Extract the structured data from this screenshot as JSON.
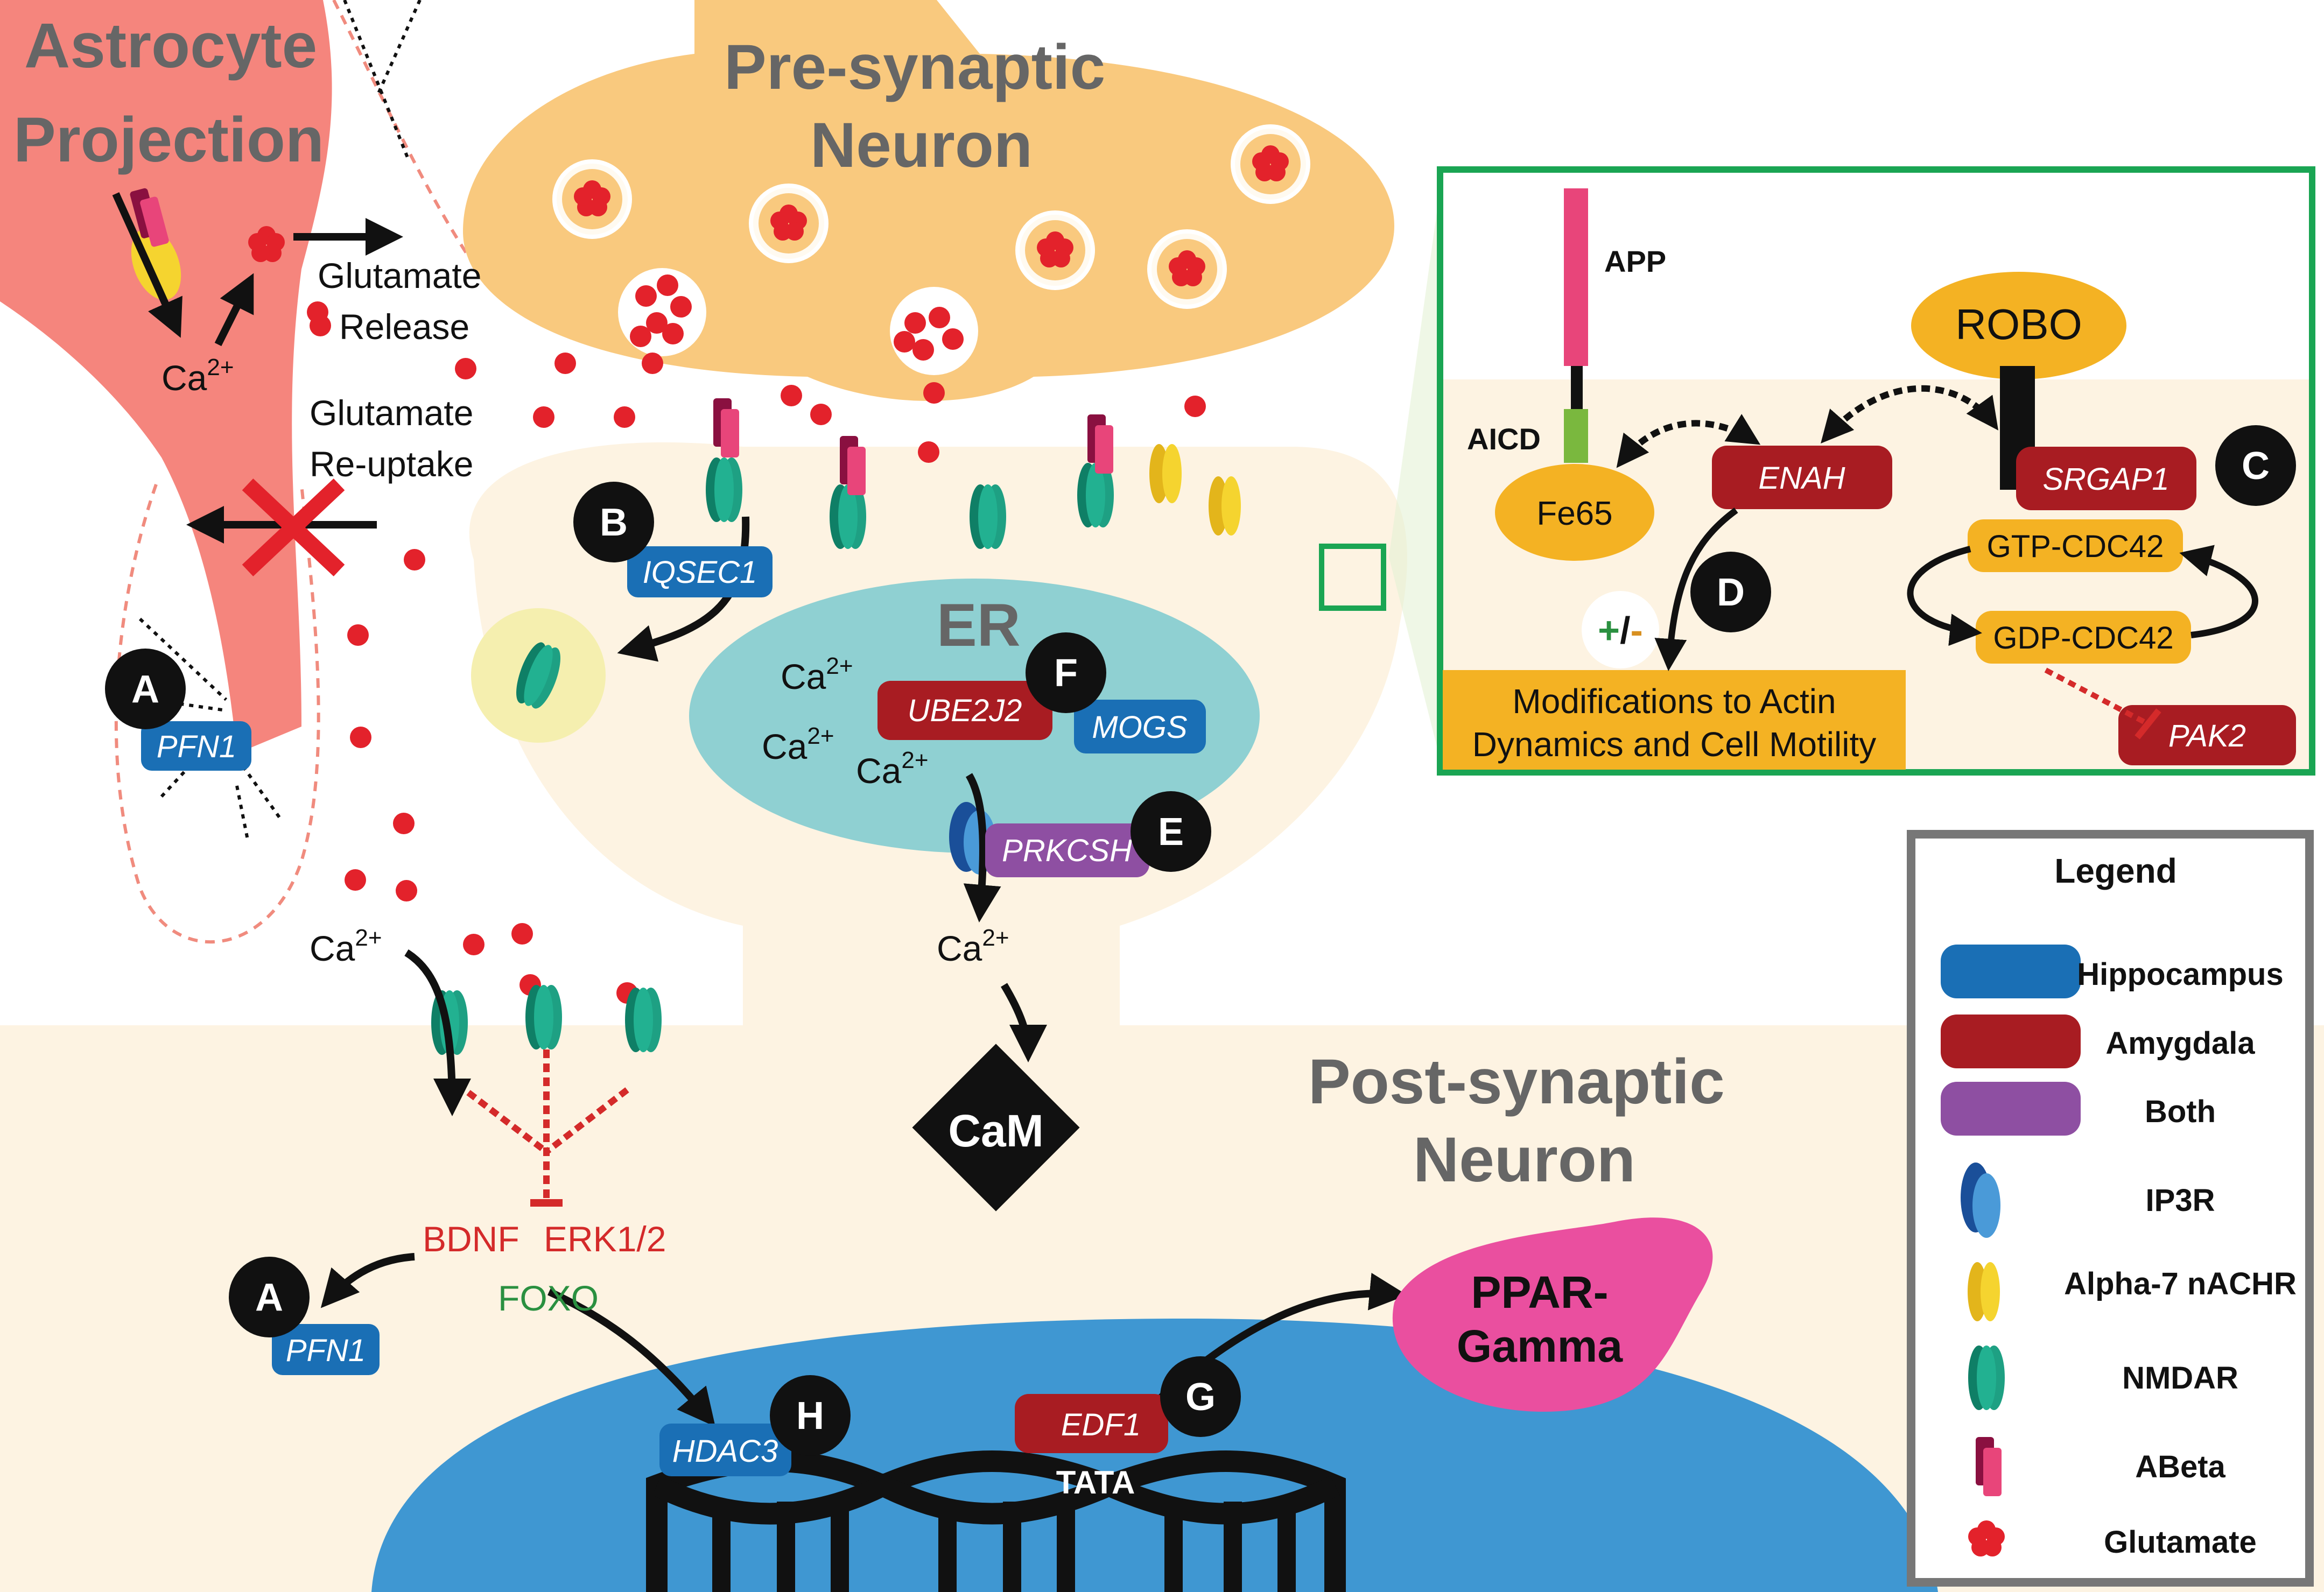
{
  "labels": {
    "astrocyte": [
      "Astrocyte",
      "Projection"
    ],
    "presynaptic": [
      "Pre-synaptic",
      "Neuron"
    ],
    "postsynaptic": [
      "Post-synaptic",
      "Neuron"
    ],
    "er": "ER",
    "cam": "CaM",
    "ppar": [
      "PPAR-",
      "Gamma"
    ],
    "glutamate_release": [
      "Glutamate",
      "Release"
    ],
    "glutamate_reuptake": [
      "Glutamate",
      "Re-uptake"
    ],
    "ca_base": "Ca",
    "ca_sup": "2+",
    "bdnf": "BDNF",
    "erk": "ERK1/2",
    "foxo": "FOXO",
    "tata": "TATA"
  },
  "genes": {
    "pfn1": "PFN1",
    "iqsec1": "IQSEC1",
    "ube2j2": "UBE2J2",
    "mogs": "MOGS",
    "prkcsh": "PRKCSH",
    "hdac3": "HDAC3",
    "edf1": "EDF1",
    "enah": "ENAH",
    "srgap1": "SRGAP1",
    "pak2": "PAK2"
  },
  "badges": {
    "a": "A",
    "b": "B",
    "c": "C",
    "d": "D",
    "e": "E",
    "f": "F",
    "g": "G",
    "h": "H"
  },
  "inset": {
    "app": "APP",
    "aicd": "AICD",
    "fe65": "Fe65",
    "robo": "ROBO",
    "gtp_cdc42": "GTP-CDC42",
    "gdp_cdc42": "GDP-CDC42",
    "plus": "+",
    "slash": "/",
    "minus": "-",
    "modifications": [
      "Modifications to Actin",
      "Dynamics and Cell Motility"
    ]
  },
  "legend": {
    "title": "Legend",
    "items": [
      "Hippocampus",
      "Amygdala",
      "Both",
      "IP3R",
      "Alpha-7 nACHR",
      "NMDAR",
      "ABeta",
      "Glutamate"
    ]
  },
  "colors": {
    "hippocampus": "#1a6fb5",
    "amygdala": "#a81c22",
    "both": "#8e4fa2",
    "nmdar": "#1ea083",
    "alpha7": "#f5d42f",
    "abeta": "#e8457a",
    "glutamate": "#e3222b",
    "orange": "#f4b223",
    "inset_border": "#1aa553"
  }
}
